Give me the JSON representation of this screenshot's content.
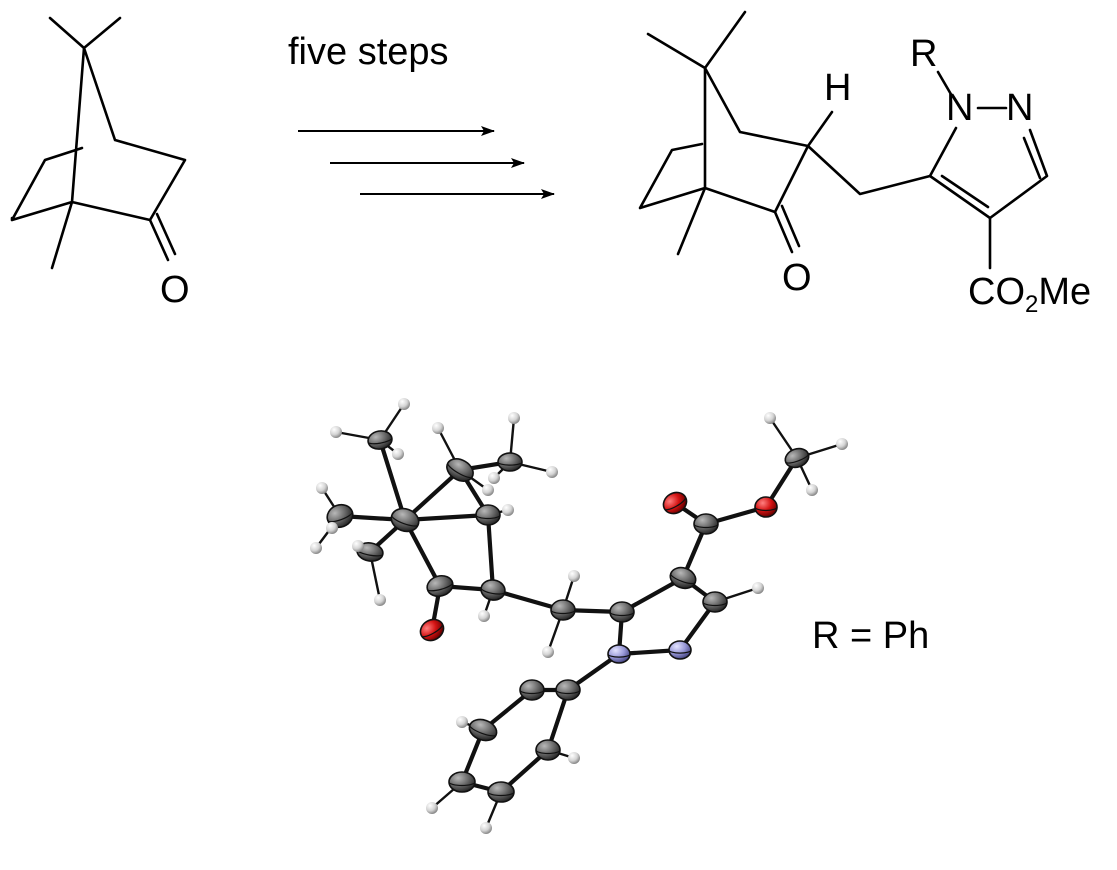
{
  "scheme": {
    "reagent_text": "five steps",
    "reactant": {
      "oxygen_label": "O"
    },
    "product": {
      "h_label": "H",
      "r_label": "R",
      "n1_label": "N",
      "n2_label": "N",
      "oxygen_label": "O",
      "ester_co": "CO",
      "ester_sub": "2",
      "ester_me": "Me"
    }
  },
  "crystal_structure": {
    "substituent_note": "R = Ph",
    "atom_colors": {
      "carbon": "#6b6b6b",
      "hydrogen": "#d4d4d4",
      "oxygen": "#d41313",
      "nitrogen": "#9a9ad8"
    }
  }
}
